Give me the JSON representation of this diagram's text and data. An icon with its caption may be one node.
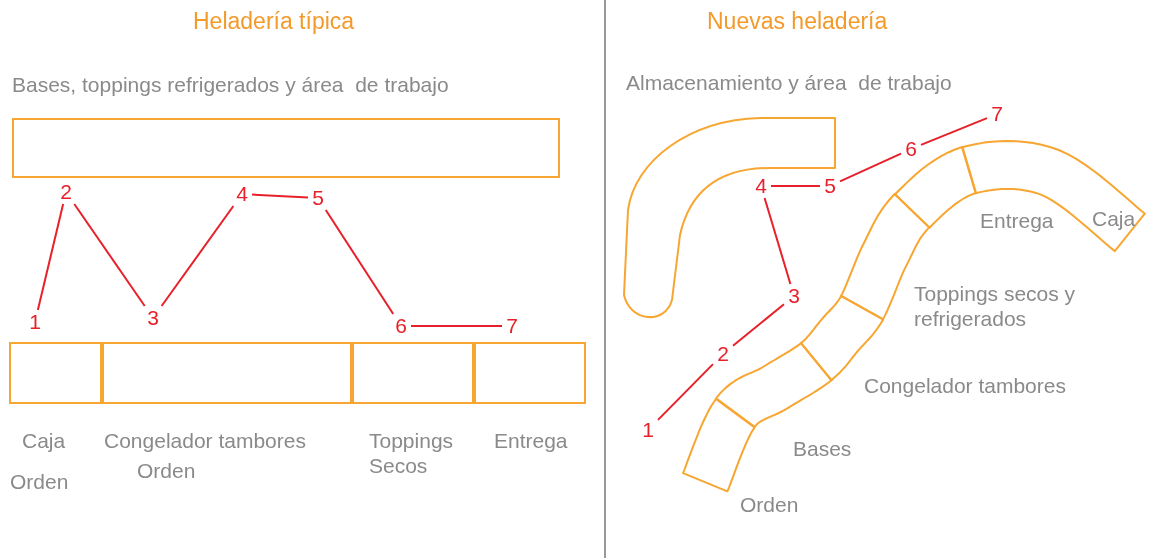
{
  "diagram": {
    "nodes": [
      {
        "text": [],
        "shape": "box",
        "beside": [
          "Bases, toppings refrigerados y área  de trabajo"
        ]
      },
      {
        "text": [],
        "shape": "box",
        "beside": [
          "Caja",
          "Orden"
        ]
      },
      {
        "text": [],
        "shape": "box",
        "beside": [
          "Congelador tambores",
          "Orden"
        ]
      },
      {
        "text": [],
        "shape": "box",
        "beside": [
          "Toppings Secos"
        ]
      },
      {
        "text": [],
        "shape": "box",
        "beside": [
          "Entrega"
        ]
      },
      {
        "text": [
          "1"
        ]
      },
      {
        "text": [
          "2"
        ]
      },
      {
        "text": [
          "3"
        ]
      },
      {
        "text": [
          "4"
        ]
      },
      {
        "text": [
          "5"
        ]
      },
      {
        "text": [
          "6"
        ]
      },
      {
        "text": [
          "7"
        ]
      },
      {
        "text": [],
        "shape": "band",
        "beside": [
          "Almacenamiento y área  de trabajo"
        ]
      },
      {
        "text": [],
        "shape": "band",
        "beside": [
          "Orden"
        ]
      },
      {
        "text": [],
        "shape": "band",
        "beside": [
          "Bases"
        ]
      },
      {
        "text": [],
        "shape": "band",
        "beside": [
          "Congelador tambores"
        ]
      },
      {
        "text": [],
        "shape": "band",
        "beside": [
          "Toppings secos y refrigerados"
        ]
      },
      {
        "text": [],
        "shape": "band",
        "beside": [
          "Entrega"
        ]
      },
      {
        "text": [
          "Caja"
        ]
      },
      {
        "text": [
          "1"
        ]
      },
      {
        "text": [
          "2"
        ]
      },
      {
        "text": [
          "3"
        ]
      },
      {
        "text": [
          "4"
        ]
      },
      {
        "text": [
          "5"
        ]
      },
      {
        "text": [
          "6"
        ]
      },
      {
        "text": [
          "7"
        ]
      }
    ],
    "edges": [
      {
        "from": 5,
        "to": 6,
        "arrow": "none"
      },
      {
        "from": 6,
        "to": 7,
        "arrow": "none"
      },
      {
        "from": 7,
        "to": 8,
        "arrow": "none"
      },
      {
        "from": 8,
        "to": 9,
        "arrow": "none"
      },
      {
        "from": 9,
        "to": 10,
        "arrow": "none"
      },
      {
        "from": 10,
        "to": 11,
        "arrow": "none"
      },
      {
        "from": 19,
        "to": 20,
        "arrow": "none"
      },
      {
        "from": 20,
        "to": 21,
        "arrow": "none"
      },
      {
        "from": 21,
        "to": 22,
        "arrow": "none"
      },
      {
        "from": 22,
        "to": 23,
        "arrow": "none"
      },
      {
        "from": 23,
        "to": 24,
        "arrow": "none"
      },
      {
        "from": 24,
        "to": 25,
        "arrow": "none"
      }
    ],
    "labels": [
      "Heladería típica",
      "Nuevas heladería"
    ]
  }
}
